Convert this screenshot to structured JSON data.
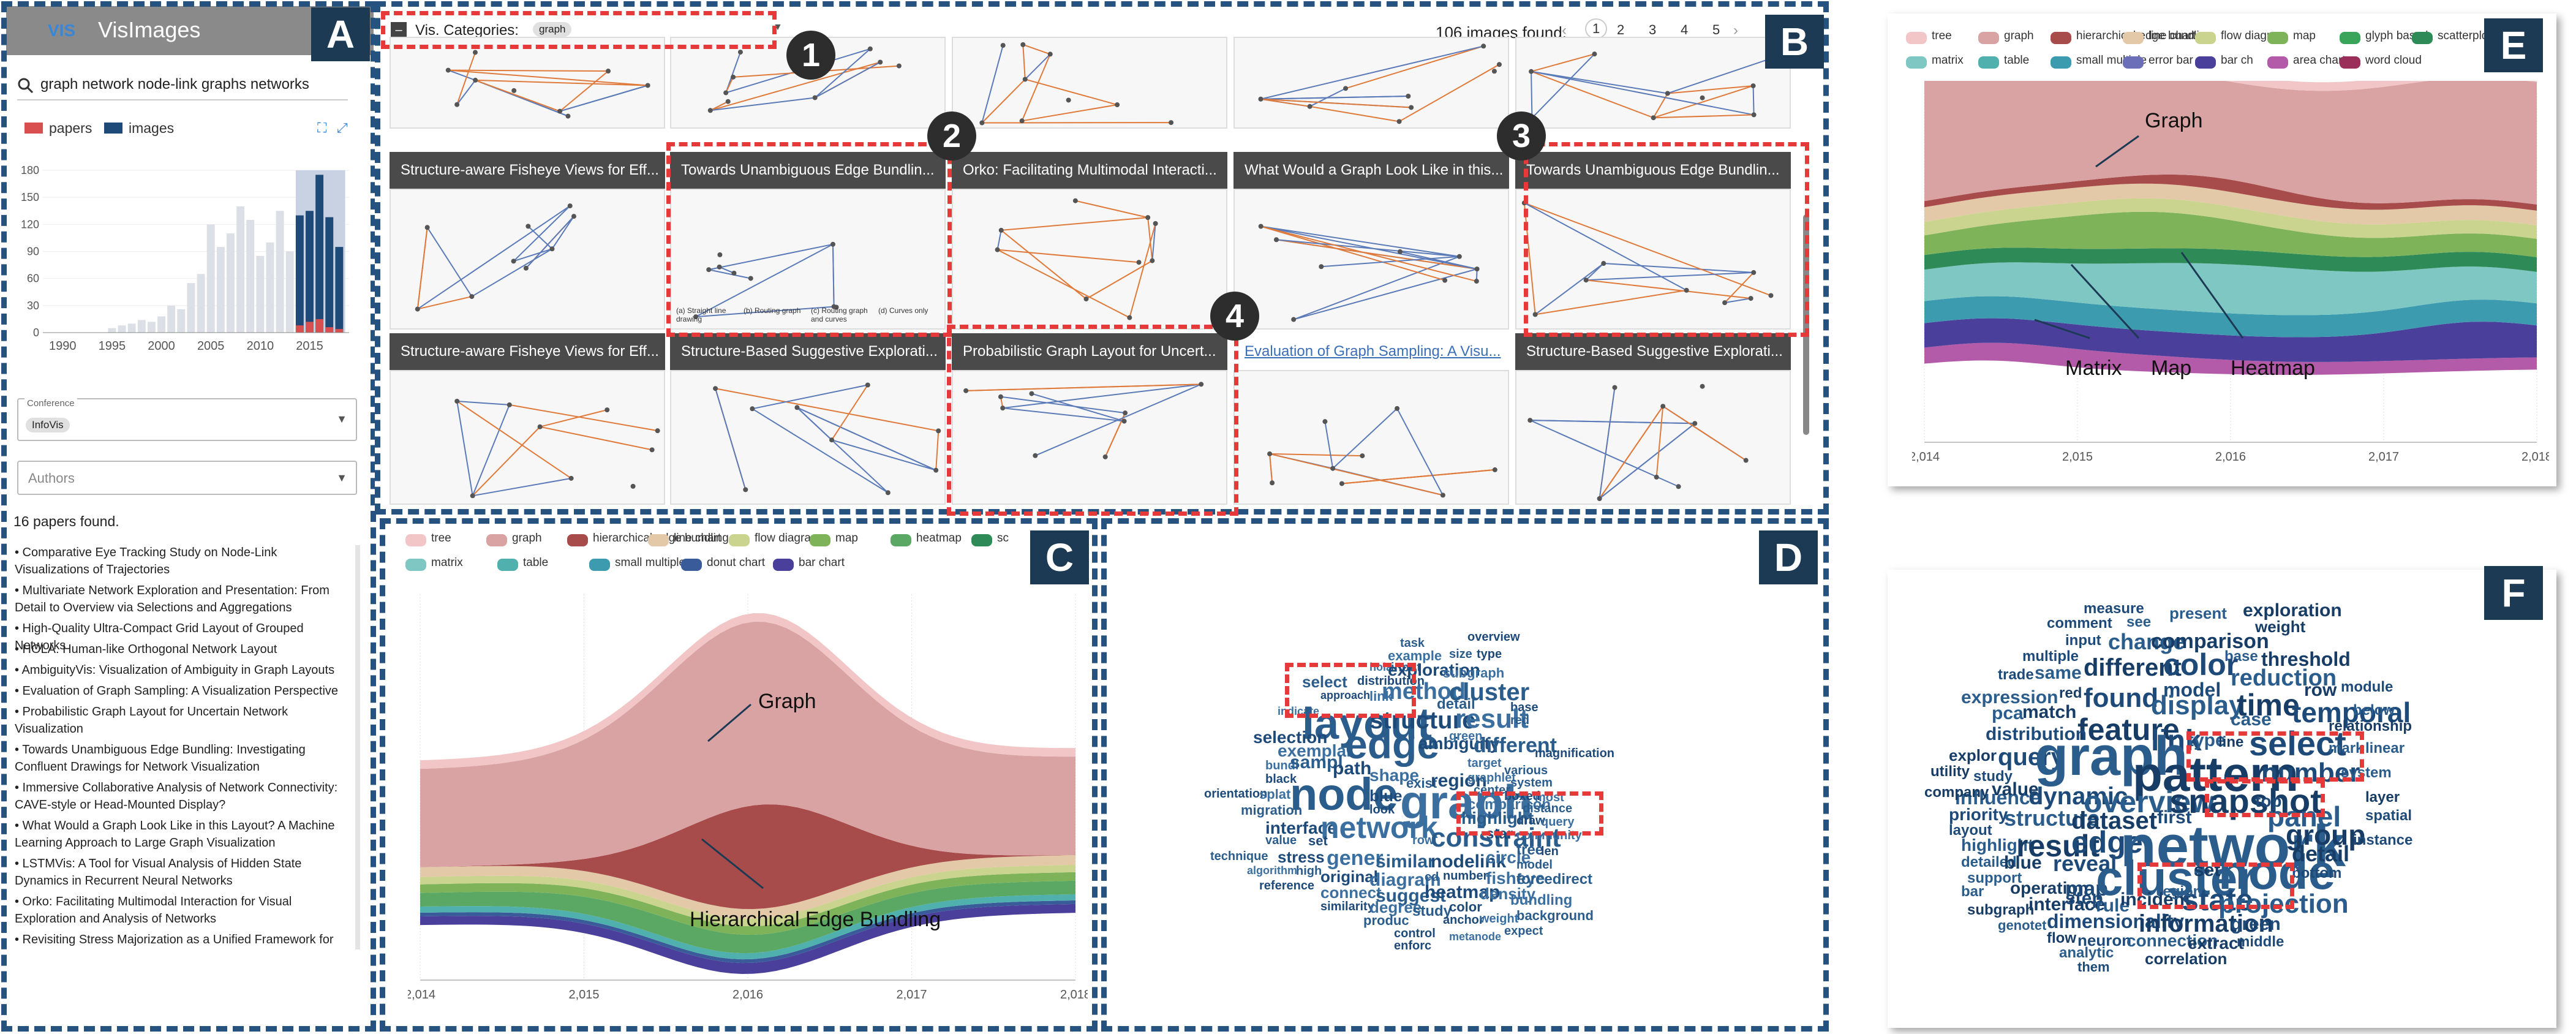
{
  "app": {
    "logo": "VIS",
    "title": "VisImages"
  },
  "panel_labels": {
    "a": "A",
    "b": "B",
    "c": "C",
    "d": "D",
    "e": "E",
    "f": "F"
  },
  "markers": {
    "m1": "1",
    "m2": "2",
    "m3": "3",
    "m4": "4"
  },
  "search": {
    "query": "graph network node-link graphs networks"
  },
  "legend_a": {
    "papers": "papers",
    "images": "images",
    "papers_color": "#d94f4f",
    "images_color": "#1e4a7a"
  },
  "histogram": {
    "y_ticks": [
      "180",
      "150",
      "120",
      "90",
      "60",
      "30",
      "0"
    ],
    "x_ticks": [
      "1990",
      "1995",
      "2000",
      "2005",
      "2010",
      "2015"
    ],
    "bars": [
      {
        "year": 1995,
        "total": 5,
        "images": 0
      },
      {
        "year": 1996,
        "total": 8,
        "images": 0
      },
      {
        "year": 1997,
        "total": 10,
        "images": 0
      },
      {
        "year": 1998,
        "total": 14,
        "images": 0
      },
      {
        "year": 1999,
        "total": 12,
        "images": 0
      },
      {
        "year": 2000,
        "total": 18,
        "images": 0
      },
      {
        "year": 2001,
        "total": 30,
        "images": 0
      },
      {
        "year": 2002,
        "total": 26,
        "images": 0
      },
      {
        "year": 2003,
        "total": 55,
        "images": 0
      },
      {
        "year": 2004,
        "total": 65,
        "images": 0
      },
      {
        "year": 2005,
        "total": 120,
        "images": 0
      },
      {
        "year": 2006,
        "total": 95,
        "images": 0
      },
      {
        "year": 2007,
        "total": 110,
        "images": 0
      },
      {
        "year": 2008,
        "total": 140,
        "images": 0
      },
      {
        "year": 2009,
        "total": 125,
        "images": 0
      },
      {
        "year": 2010,
        "total": 85,
        "images": 0
      },
      {
        "year": 2011,
        "total": 100,
        "images": 0
      },
      {
        "year": 2012,
        "total": 135,
        "images": 0
      },
      {
        "year": 2013,
        "total": 90,
        "images": 0
      },
      {
        "year": 2014,
        "total": 130,
        "images": 130,
        "papers": 8
      },
      {
        "year": 2015,
        "total": 135,
        "images": 135,
        "papers": 12
      },
      {
        "year": 2016,
        "total": 175,
        "images": 175,
        "papers": 15
      },
      {
        "year": 2017,
        "total": 128,
        "images": 128,
        "papers": 6
      },
      {
        "year": 2018,
        "total": 95,
        "images": 95,
        "papers": 4
      }
    ]
  },
  "conference": {
    "label": "Conference",
    "chip": "InfoVis"
  },
  "authors": {
    "placeholder": "Authors"
  },
  "papers_found": "16 papers found.",
  "papers": [
    "Comparative Eye Tracking Study on Node-Link Visualizations of Trajectories",
    "Multivariate Network Exploration and Presentation: From Detail to Overview via Selections and Aggregations",
    "High-Quality Ultra-Compact Grid Layout of Grouped Networks",
    "HOLA: Human-like Orthogonal Network Layout",
    "AmbiguityVis: Visualization of Ambiguity in Graph Layouts",
    "Evaluation of Graph Sampling: A Visualization Perspective",
    "Probabilistic Graph Layout for Uncertain Network Visualization",
    "Towards Unambiguous Edge Bundling: Investigating Confluent Drawings for Network Visualization",
    "Immersive Collaborative Analysis of Network Connectivity: CAVE-style or Head-Mounted Display?",
    "What Would a Graph Look Like in this Layout? A Machine Learning Approach to Large Graph Visualization",
    "LSTMVis: A Tool for Visual Analysis of Hidden State Dynamics in Recurrent Neural Networks",
    "Orko: Facilitating Multimodal Interaction for Visual Exploration and Analysis of Networks",
    "Revisiting Stress Majorization as a Unified Framework for"
  ],
  "panel_b": {
    "categories_label": "Vis. Categories:",
    "category_chip": "graph",
    "images_found": "106 images found.",
    "pages": [
      "1",
      "2",
      "3",
      "4",
      "5"
    ],
    "row1_titles": [
      "Structure-aware Fisheye Views for Eff...",
      "Towards Unambiguous Edge Bundlin...",
      "Orko: Facilitating Multimodal Interacti...",
      "What Would a Graph Look Like in this...",
      "Towards Unambiguous Edge Bundlin..."
    ],
    "row2_titles": [
      "Structure-aware Fisheye Views for Eff...",
      "Structure-Based Suggestive Explorati...",
      "Probabilistic Graph Layout for Uncert...",
      "Evaluation of Graph Sampling: A Visu...",
      "Structure-Based Suggestive Explorati..."
    ],
    "captions": [
      "(a) Straight line drawing",
      "(b) Routing graph",
      "(c) Routing graph and curves",
      "(d) Curves only"
    ]
  },
  "stream_legend_c": [
    {
      "name": "tree",
      "color": "#f2c6c6"
    },
    {
      "name": "graph",
      "color": "#d9a3a3"
    },
    {
      "name": "hierarchical edge bundling",
      "color": "#a84b4b"
    },
    {
      "name": "line chart",
      "color": "#e3c9a8"
    },
    {
      "name": "flow diagram",
      "color": "#cbd48e"
    },
    {
      "name": "map",
      "color": "#7fb35a"
    },
    {
      "name": "heatmap",
      "color": "#5aa864"
    },
    {
      "name": "sc",
      "color": "#2e8b57"
    },
    {
      "name": "matrix",
      "color": "#7fc7c2"
    },
    {
      "name": "table",
      "color": "#4fb0ad"
    },
    {
      "name": "small multiple",
      "color": "#3d9bb0"
    },
    {
      "name": "donut chart",
      "color": "#3a5b9a"
    },
    {
      "name": "bar chart",
      "color": "#4a3f9a"
    }
  ],
  "stream_legend_e": [
    {
      "name": "tree",
      "color": "#f2c6c6"
    },
    {
      "name": "graph",
      "color": "#d9a3a3"
    },
    {
      "name": "hierarchical edge bundling",
      "color": "#a84b4b"
    },
    {
      "name": "line chart",
      "color": "#e3c9a8"
    },
    {
      "name": "flow diagram",
      "color": "#cbd48e"
    },
    {
      "name": "map",
      "color": "#7fb35a"
    },
    {
      "name": "glyph based",
      "color": "#3aa55a"
    },
    {
      "name": "scatterplot",
      "color": "#2e8b57"
    },
    {
      "name": "matrix",
      "color": "#7fc7c2"
    },
    {
      "name": "table",
      "color": "#4fb0ad"
    },
    {
      "name": "small multiple",
      "color": "#3d9bb0"
    },
    {
      "name": "error bar",
      "color": "#6a6fb8"
    },
    {
      "name": "bar ch",
      "color": "#4a3f9a"
    },
    {
      "name": "area chart",
      "color": "#b35aa8"
    },
    {
      "name": "word cloud",
      "color": "#9a2f5a"
    }
  ],
  "stream_c": {
    "x_ticks": [
      "2,014",
      "2,015",
      "2,016",
      "2,017",
      "2,018"
    ],
    "annot_graph": "Graph",
    "annot_heb": "Hierarchical Edge Bundling"
  },
  "stream_e": {
    "x_ticks": [
      "2,014",
      "2,015",
      "2,016",
      "2,017",
      "2,018"
    ],
    "annot_graph": "Graph",
    "annot_matrix": "Matrix",
    "annot_map": "Map",
    "annot_heatmap": "Heatmap"
  },
  "wordcloud_d": [
    [
      "task",
      420,
      110,
      20
    ],
    [
      "overview",
      530,
      100,
      20
    ],
    [
      "example",
      400,
      130,
      22
    ],
    [
      "size",
      500,
      128,
      20
    ],
    [
      "type",
      545,
      128,
      20
    ],
    [
      "hola",
      370,
      150,
      18
    ],
    [
      "input",
      405,
      150,
      20
    ],
    [
      "exploration",
      400,
      150,
      28
    ],
    [
      "subgraph",
      490,
      158,
      22
    ],
    [
      "select",
      260,
      170,
      26
    ],
    [
      "distribution",
      350,
      172,
      20
    ],
    [
      "method",
      390,
      180,
      38
    ],
    [
      "cluster",
      500,
      180,
      40
    ],
    [
      "approach",
      290,
      196,
      18
    ],
    [
      "link",
      370,
      196,
      22
    ],
    [
      "detail",
      480,
      208,
      24
    ],
    [
      "base",
      600,
      215,
      20
    ],
    [
      "indicate",
      220,
      222,
      18
    ],
    [
      "layout",
      260,
      216,
      72
    ],
    [
      "structure",
      370,
      226,
      40
    ],
    [
      "result",
      510,
      222,
      44
    ],
    [
      "red",
      600,
      236,
      20
    ],
    [
      "selection",
      180,
      260,
      28
    ],
    [
      "exemplar",
      220,
      282,
      28
    ],
    [
      "edge",
      330,
      252,
      66
    ],
    [
      "ambiguity",
      450,
      270,
      28
    ],
    [
      "green",
      500,
      262,
      20
    ],
    [
      "different",
      540,
      270,
      34
    ],
    [
      "magnification",
      640,
      290,
      20
    ],
    [
      "bundl",
      200,
      310,
      20
    ],
    [
      "sampl",
      240,
      300,
      30
    ],
    [
      "path",
      310,
      310,
      30
    ],
    [
      "target",
      530,
      306,
      20
    ],
    [
      "various",
      590,
      318,
      20
    ],
    [
      "black",
      200,
      332,
      20
    ],
    [
      "shape",
      370,
      322,
      28
    ],
    [
      "exist",
      430,
      338,
      22
    ],
    [
      "region",
      470,
      330,
      30
    ],
    [
      "graphlet",
      530,
      330,
      20
    ],
    [
      "system",
      600,
      338,
      20
    ],
    [
      "orientation",
      100,
      356,
      20
    ],
    [
      "splat",
      190,
      356,
      22
    ],
    [
      "node",
      240,
      330,
      74
    ],
    [
      "blue",
      370,
      356,
      26
    ],
    [
      "graph",
      420,
      340,
      78
    ],
    [
      "center",
      540,
      350,
      20
    ],
    [
      "boxed",
      590,
      360,
      20
    ],
    [
      "most",
      640,
      362,
      20
    ],
    [
      "migration",
      160,
      382,
      22
    ],
    [
      "look",
      370,
      382,
      20
    ],
    [
      "comparison",
      530,
      372,
      24
    ],
    [
      "distance",
      620,
      380,
      20
    ],
    [
      "interface",
      200,
      408,
      28
    ],
    [
      "network",
      290,
      396,
      50
    ],
    [
      "highlight",
      520,
      392,
      28
    ],
    [
      "draw",
      610,
      400,
      20
    ],
    [
      "query",
      650,
      402,
      20
    ],
    [
      "value",
      200,
      432,
      20
    ],
    [
      "set",
      270,
      432,
      22
    ],
    [
      "row",
      440,
      432,
      20
    ],
    [
      "constraint",
      470,
      416,
      44
    ],
    [
      "star",
      560,
      420,
      24
    ],
    [
      "community",
      610,
      424,
      20
    ],
    [
      "technique",
      110,
      458,
      20
    ],
    [
      "stress",
      220,
      456,
      26
    ],
    [
      "gener",
      300,
      454,
      34
    ],
    [
      "similar",
      380,
      462,
      30
    ],
    [
      "nodelink",
      470,
      462,
      30
    ],
    [
      "circle",
      560,
      456,
      28
    ],
    [
      "tree",
      610,
      446,
      24
    ],
    [
      "len",
      650,
      450,
      20
    ],
    [
      "algorithm",
      170,
      482,
      18
    ],
    [
      "high",
      250,
      482,
      20
    ],
    [
      "original",
      290,
      488,
      26
    ],
    [
      "diagram",
      370,
      492,
      30
    ],
    [
      "cd",
      460,
      492,
      20
    ],
    [
      "number",
      490,
      490,
      20
    ],
    [
      "fisheye",
      560,
      490,
      28
    ],
    [
      "model",
      610,
      472,
      20
    ],
    [
      "reference",
      190,
      506,
      20
    ],
    [
      "connect",
      290,
      514,
      26
    ],
    [
      "suggest",
      380,
      518,
      30
    ],
    [
      "heatmap",
      460,
      512,
      30
    ],
    [
      "density",
      550,
      516,
      26
    ],
    [
      "forcedirect",
      610,
      494,
      24
    ],
    [
      "similarity",
      290,
      540,
      20
    ],
    [
      "degree",
      370,
      538,
      26
    ],
    [
      "study",
      440,
      546,
      24
    ],
    [
      "color",
      500,
      540,
      22
    ],
    [
      "bundling",
      600,
      528,
      24
    ],
    [
      "produc",
      360,
      562,
      22
    ],
    [
      "anchor",
      490,
      562,
      20
    ],
    [
      "weight",
      550,
      560,
      20
    ],
    [
      "background",
      610,
      554,
      22
    ],
    [
      "control",
      410,
      584,
      20
    ],
    [
      "metanode",
      500,
      590,
      18
    ],
    [
      "expect",
      590,
      580,
      20
    ],
    [
      "enforc",
      410,
      604,
      20
    ]
  ],
  "wordcloud_f": [
    [
      "measure",
      260,
      22,
      24
    ],
    [
      "present",
      400,
      28,
      26
    ],
    [
      "exploration",
      520,
      22,
      30
    ],
    [
      "comment",
      200,
      46,
      24
    ],
    [
      "see",
      330,
      44,
      24
    ],
    [
      "weight",
      540,
      50,
      26
    ],
    [
      "input",
      230,
      74,
      24
    ],
    [
      "change",
      300,
      70,
      36
    ],
    [
      "comparison",
      370,
      70,
      34
    ],
    [
      "multiple",
      160,
      100,
      24
    ],
    [
      "base",
      490,
      100,
      24
    ],
    [
      "threshold",
      550,
      100,
      32
    ],
    [
      "trade",
      120,
      130,
      24
    ],
    [
      "same",
      180,
      124,
      30
    ],
    [
      "different",
      260,
      110,
      40
    ],
    [
      "color",
      390,
      100,
      50
    ],
    [
      "reduction",
      500,
      128,
      38
    ],
    [
      "row",
      620,
      152,
      30
    ],
    [
      "module",
      680,
      150,
      24
    ],
    [
      "expression",
      60,
      164,
      30
    ],
    [
      "red",
      220,
      160,
      24
    ],
    [
      "model",
      390,
      150,
      32
    ],
    [
      "pca",
      110,
      190,
      30
    ],
    [
      "match",
      160,
      188,
      30
    ],
    [
      "found",
      260,
      158,
      44
    ],
    [
      "display",
      370,
      170,
      44
    ],
    [
      "time",
      510,
      166,
      50
    ],
    [
      "temporal",
      600,
      180,
      46
    ],
    [
      "below",
      700,
      188,
      24
    ],
    [
      "feature",
      250,
      206,
      50
    ],
    [
      "link",
      370,
      226,
      48
    ],
    [
      "case",
      500,
      200,
      30
    ],
    [
      "relationship",
      660,
      214,
      24
    ],
    [
      "distribution",
      100,
      224,
      30
    ],
    [
      "type",
      430,
      234,
      30
    ],
    [
      "line",
      480,
      240,
      24
    ],
    [
      "select",
      530,
      226,
      56
    ],
    [
      "mark",
      660,
      250,
      24
    ],
    [
      "explor",
      40,
      260,
      26
    ],
    [
      "query",
      120,
      256,
      40
    ],
    [
      "graph",
      180,
      230,
      90
    ],
    [
      "pattern",
      340,
      264,
      80
    ],
    [
      "number",
      550,
      280,
      44
    ],
    [
      "linear",
      720,
      250,
      24
    ],
    [
      "utility",
      10,
      288,
      24
    ],
    [
      "study",
      80,
      296,
      24
    ],
    [
      "influence",
      50,
      326,
      32
    ],
    [
      "value",
      110,
      314,
      30
    ],
    [
      "dynamic",
      170,
      320,
      40
    ],
    [
      "overview",
      260,
      324,
      50
    ],
    [
      "snapshot",
      400,
      320,
      56
    ],
    [
      "top",
      540,
      334,
      28
    ],
    [
      "system",
      680,
      290,
      24
    ],
    [
      "company",
      0,
      322,
      24
    ],
    [
      "priority",
      40,
      356,
      28
    ],
    [
      "structure",
      130,
      358,
      36
    ],
    [
      "dataset",
      240,
      360,
      40
    ],
    [
      "first",
      380,
      360,
      30
    ],
    [
      "panel",
      560,
      350,
      46
    ],
    [
      "layer",
      720,
      330,
      24
    ],
    [
      "layout",
      40,
      384,
      24
    ],
    [
      "highlight",
      60,
      406,
      28
    ],
    [
      "result",
      150,
      396,
      50
    ],
    [
      "edge",
      240,
      390,
      50
    ],
    [
      "network",
      320,
      374,
      96
    ],
    [
      "group",
      590,
      380,
      46
    ],
    [
      "spatial",
      720,
      360,
      24
    ],
    [
      "detailed",
      60,
      436,
      24
    ],
    [
      "blue",
      130,
      434,
      30
    ],
    [
      "reveal",
      210,
      432,
      36
    ],
    [
      "node",
      480,
      424,
      80
    ],
    [
      "detail",
      600,
      416,
      36
    ],
    [
      "instance",
      700,
      400,
      24
    ],
    [
      "support",
      70,
      462,
      24
    ],
    [
      "operation",
      140,
      476,
      28
    ],
    [
      "map",
      230,
      474,
      34
    ],
    [
      "cluster",
      280,
      434,
      80
    ],
    [
      "set",
      440,
      446,
      30
    ],
    [
      "bottom",
      600,
      454,
      24
    ],
    [
      "bar",
      60,
      484,
      24
    ],
    [
      "interface",
      170,
      502,
      30
    ],
    [
      "step",
      230,
      492,
      30
    ],
    [
      "rule",
      280,
      504,
      30
    ],
    [
      "incident",
      320,
      494,
      30
    ],
    [
      "state",
      420,
      484,
      50
    ],
    [
      "projection",
      480,
      494,
      44
    ],
    [
      "subgraph",
      70,
      514,
      24
    ],
    [
      "dimensionality",
      200,
      528,
      32
    ],
    [
      "region",
      380,
      484,
      24
    ],
    [
      "information",
      350,
      528,
      40
    ],
    [
      "green",
      500,
      534,
      30
    ],
    [
      "genotet",
      120,
      540,
      22
    ],
    [
      "flow",
      200,
      560,
      24
    ],
    [
      "neuron",
      250,
      562,
      26
    ],
    [
      "connection",
      330,
      562,
      28
    ],
    [
      "extract",
      430,
      566,
      28
    ],
    [
      "middle",
      510,
      566,
      24
    ],
    [
      "analytic",
      220,
      584,
      24
    ],
    [
      "correlation",
      360,
      592,
      26
    ],
    [
      "them",
      250,
      608,
      22
    ]
  ]
}
